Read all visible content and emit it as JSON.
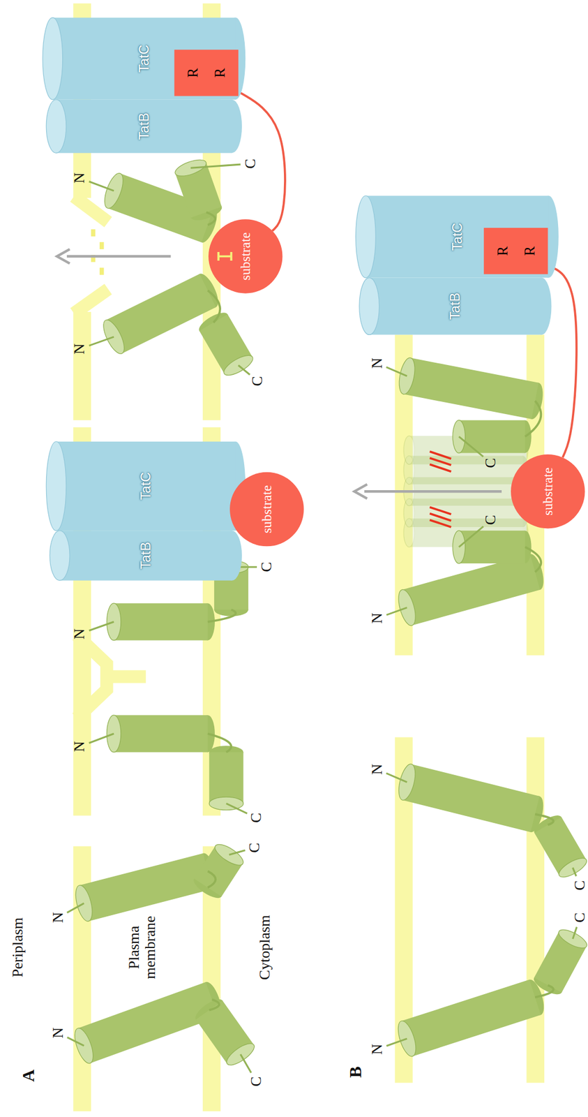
{
  "diagram": {
    "nodes": [
      {
        "text": [
          "TatB"
        ]
      },
      {
        "text": [
          "TatC"
        ]
      },
      {
        "text": [
          "substrate"
        ]
      },
      {
        "text": [
          "TatB"
        ]
      },
      {
        "text": [
          "TatC"
        ]
      },
      {
        "text": [
          "R R"
        ],
        "in": 4
      },
      {
        "text": [
          "substrate"
        ]
      },
      {
        "text": [
          "TatB"
        ]
      },
      {
        "text": [
          "TatC"
        ]
      },
      {
        "text": [
          "R R"
        ],
        "in": 8
      },
      {
        "text": [
          "substrate"
        ]
      }
    ],
    "edges": [
      {
        "from": 6,
        "to": 5,
        "arrow": "none"
      },
      {
        "from": 10,
        "to": 9,
        "arrow": "none"
      }
    ],
    "labels": [
      "A",
      "Periplasm",
      "N",
      "N",
      "Plasma membrane",
      "C",
      "C",
      "Cytoplasm",
      "N",
      "N",
      "C",
      "C",
      "N",
      "N",
      "C",
      "C",
      "B",
      "N",
      "N",
      "C",
      "C",
      "N",
      "N",
      "C",
      "C"
    ]
  }
}
